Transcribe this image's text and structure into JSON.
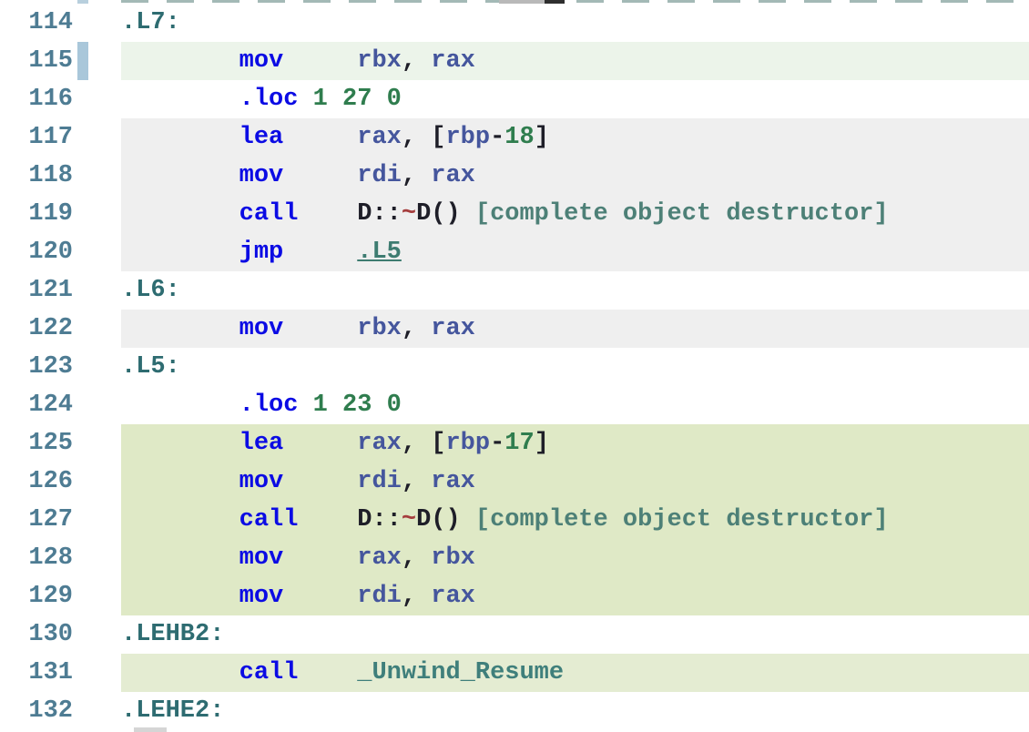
{
  "app": "compiler-explorer-assembly-view",
  "colors": {
    "background": "#ffffff",
    "line_number": "#4e7c93",
    "label": "#2e6c71",
    "keyword": "#0b0be4",
    "register": "#45569d",
    "number": "#2f7d4e",
    "punct": "#1e1e28",
    "tilde": "#a53d3d",
    "comment": "#4d8077",
    "symbol": "#3f7f7b",
    "link": "#3e7c71",
    "hl_green_pale": "#ecf4ea",
    "hl_grey": "#efefef",
    "hl_green": "#dfe9c6",
    "hl_green_soft": "#e4ecd2",
    "gutter_marker": "#a9c7da"
  },
  "editor": {
    "first_line_number": 114,
    "last_line_number": 132,
    "lines": [
      {
        "no": "114",
        "hl": "none",
        "marker": false,
        "segs": [
          [
            ".L7:",
            "label"
          ]
        ]
      },
      {
        "no": "115",
        "hl": "green_pale",
        "marker": true,
        "segs": [
          [
            "        ",
            "plain"
          ],
          [
            "mov",
            "keyword"
          ],
          [
            "     ",
            "plain"
          ],
          [
            "rbx",
            "register"
          ],
          [
            ", ",
            "punct"
          ],
          [
            "rax",
            "register"
          ]
        ]
      },
      {
        "no": "116",
        "hl": "none",
        "marker": false,
        "segs": [
          [
            "        ",
            "plain"
          ],
          [
            ".loc",
            "keyword"
          ],
          [
            " ",
            "plain"
          ],
          [
            "1",
            "number"
          ],
          [
            " ",
            "plain"
          ],
          [
            "27",
            "number"
          ],
          [
            " ",
            "plain"
          ],
          [
            "0",
            "number"
          ]
        ]
      },
      {
        "no": "117",
        "hl": "grey",
        "marker": false,
        "segs": [
          [
            "        ",
            "plain"
          ],
          [
            "lea",
            "keyword"
          ],
          [
            "     ",
            "plain"
          ],
          [
            "rax",
            "register"
          ],
          [
            ", [",
            "punct"
          ],
          [
            "rbp",
            "register"
          ],
          [
            "-",
            "punct"
          ],
          [
            "18",
            "number"
          ],
          [
            "]",
            "punct"
          ]
        ]
      },
      {
        "no": "118",
        "hl": "grey",
        "marker": false,
        "segs": [
          [
            "        ",
            "plain"
          ],
          [
            "mov",
            "keyword"
          ],
          [
            "     ",
            "plain"
          ],
          [
            "rdi",
            "register"
          ],
          [
            ", ",
            "punct"
          ],
          [
            "rax",
            "register"
          ]
        ]
      },
      {
        "no": "119",
        "hl": "grey",
        "marker": false,
        "segs": [
          [
            "        ",
            "plain"
          ],
          [
            "call",
            "keyword"
          ],
          [
            "    ",
            "plain"
          ],
          [
            "D::",
            "punct"
          ],
          [
            "~",
            "tilde"
          ],
          [
            "D()",
            "punct"
          ],
          [
            " ",
            "plain"
          ],
          [
            "[complete object destructor]",
            "comment"
          ]
        ]
      },
      {
        "no": "120",
        "hl": "grey",
        "marker": false,
        "segs": [
          [
            "        ",
            "plain"
          ],
          [
            "jmp",
            "keyword"
          ],
          [
            "     ",
            "plain"
          ],
          [
            ".L5",
            "link"
          ]
        ]
      },
      {
        "no": "121",
        "hl": "none",
        "marker": false,
        "segs": [
          [
            ".L6:",
            "label"
          ]
        ]
      },
      {
        "no": "122",
        "hl": "grey",
        "marker": false,
        "segs": [
          [
            "        ",
            "plain"
          ],
          [
            "mov",
            "keyword"
          ],
          [
            "     ",
            "plain"
          ],
          [
            "rbx",
            "register"
          ],
          [
            ", ",
            "punct"
          ],
          [
            "rax",
            "register"
          ]
        ]
      },
      {
        "no": "123",
        "hl": "none",
        "marker": false,
        "segs": [
          [
            ".L5:",
            "label"
          ]
        ]
      },
      {
        "no": "124",
        "hl": "none",
        "marker": false,
        "segs": [
          [
            "        ",
            "plain"
          ],
          [
            ".loc",
            "keyword"
          ],
          [
            " ",
            "plain"
          ],
          [
            "1",
            "number"
          ],
          [
            " ",
            "plain"
          ],
          [
            "23",
            "number"
          ],
          [
            " ",
            "plain"
          ],
          [
            "0",
            "number"
          ]
        ]
      },
      {
        "no": "125",
        "hl": "green",
        "marker": false,
        "segs": [
          [
            "        ",
            "plain"
          ],
          [
            "lea",
            "keyword"
          ],
          [
            "     ",
            "plain"
          ],
          [
            "rax",
            "register"
          ],
          [
            ", [",
            "punct"
          ],
          [
            "rbp",
            "register"
          ],
          [
            "-",
            "punct"
          ],
          [
            "17",
            "number"
          ],
          [
            "]",
            "punct"
          ]
        ]
      },
      {
        "no": "126",
        "hl": "green",
        "marker": false,
        "segs": [
          [
            "        ",
            "plain"
          ],
          [
            "mov",
            "keyword"
          ],
          [
            "     ",
            "plain"
          ],
          [
            "rdi",
            "register"
          ],
          [
            ", ",
            "punct"
          ],
          [
            "rax",
            "register"
          ]
        ]
      },
      {
        "no": "127",
        "hl": "green",
        "marker": false,
        "segs": [
          [
            "        ",
            "plain"
          ],
          [
            "call",
            "keyword"
          ],
          [
            "    ",
            "plain"
          ],
          [
            "D::",
            "punct"
          ],
          [
            "~",
            "tilde"
          ],
          [
            "D()",
            "punct"
          ],
          [
            " ",
            "plain"
          ],
          [
            "[complete object destructor]",
            "comment"
          ]
        ]
      },
      {
        "no": "128",
        "hl": "green",
        "marker": false,
        "segs": [
          [
            "        ",
            "plain"
          ],
          [
            "mov",
            "keyword"
          ],
          [
            "     ",
            "plain"
          ],
          [
            "rax",
            "register"
          ],
          [
            ", ",
            "punct"
          ],
          [
            "rbx",
            "register"
          ]
        ]
      },
      {
        "no": "129",
        "hl": "green",
        "marker": false,
        "segs": [
          [
            "        ",
            "plain"
          ],
          [
            "mov",
            "keyword"
          ],
          [
            "     ",
            "plain"
          ],
          [
            "rdi",
            "register"
          ],
          [
            ", ",
            "punct"
          ],
          [
            "rax",
            "register"
          ]
        ]
      },
      {
        "no": "130",
        "hl": "none",
        "marker": false,
        "segs": [
          [
            ".LEHB2:",
            "label"
          ]
        ]
      },
      {
        "no": "131",
        "hl": "green_soft",
        "marker": false,
        "segs": [
          [
            "        ",
            "plain"
          ],
          [
            "call",
            "keyword"
          ],
          [
            "    ",
            "plain"
          ],
          [
            "_Unwind_Resume",
            "symbol"
          ]
        ]
      },
      {
        "no": "132",
        "hl": "none",
        "marker": false,
        "segs": [
          [
            ".LEHE2:",
            "label"
          ]
        ]
      }
    ]
  }
}
